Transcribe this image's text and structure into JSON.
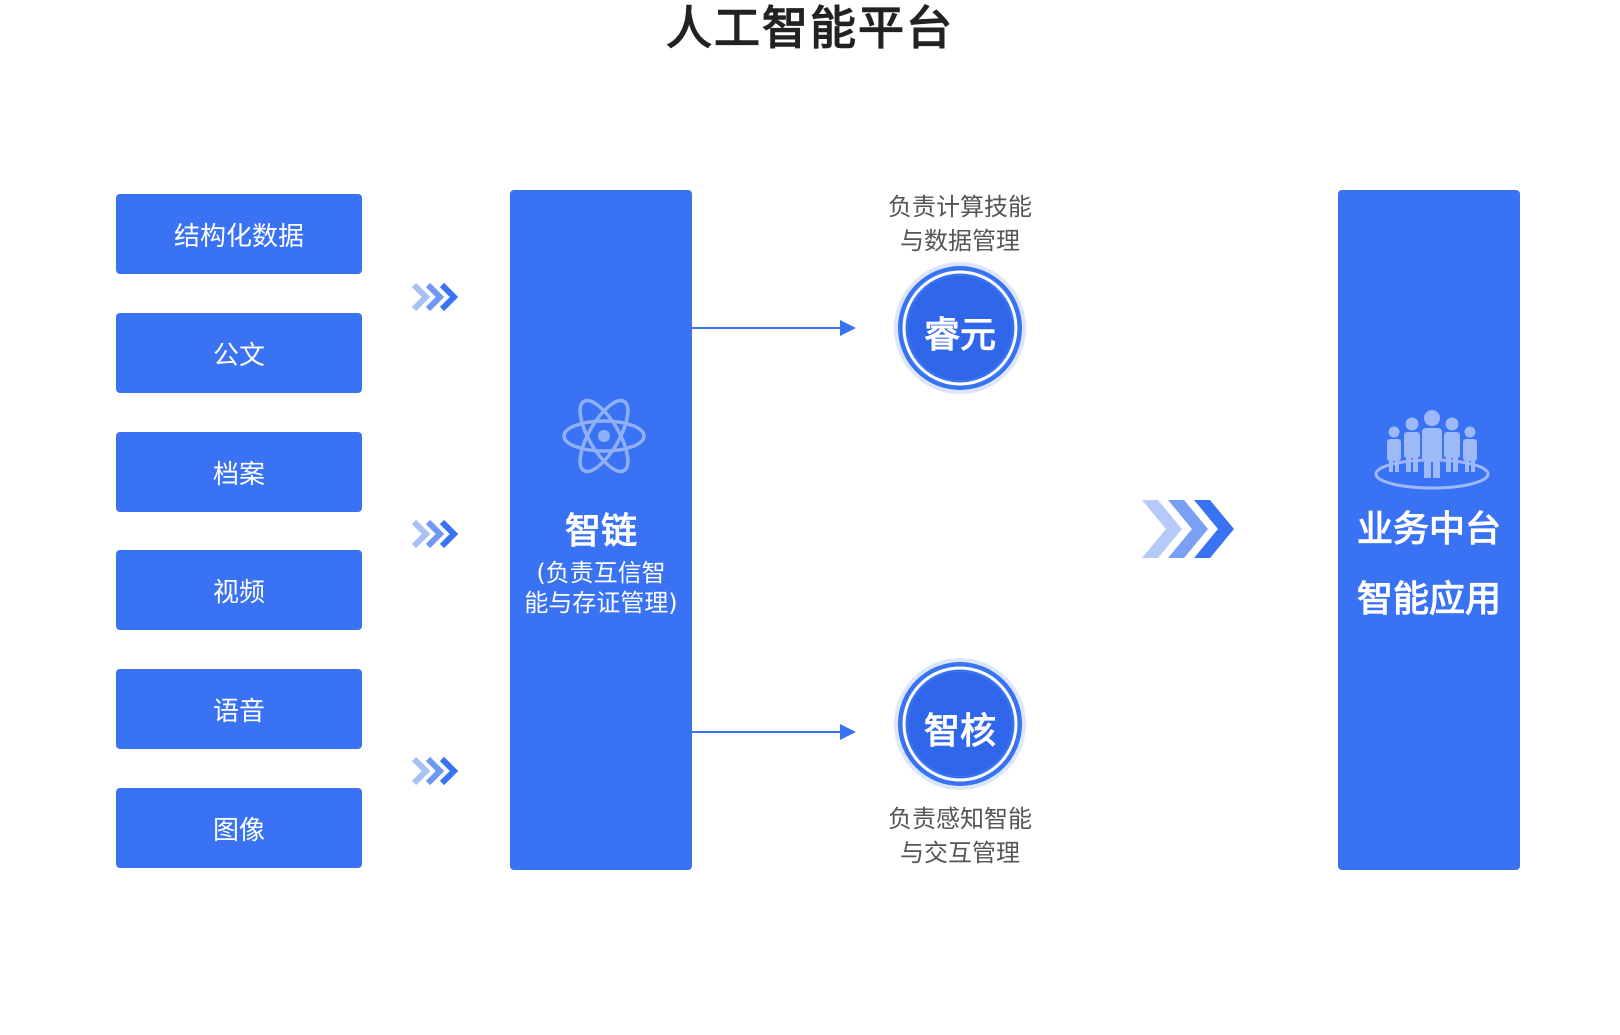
{
  "title": "人工智能平台",
  "sources": [
    {
      "label": "结构化数据"
    },
    {
      "label": "公文"
    },
    {
      "label": "档案"
    },
    {
      "label": "视频"
    },
    {
      "label": "语音"
    },
    {
      "label": "图像"
    }
  ],
  "chain": {
    "title": "智链",
    "desc_line1": "(负责互信智",
    "desc_line2": "能与存证管理)"
  },
  "nodes": {
    "ruiyuan": {
      "label": "睿元",
      "caption_line1": "负责计算技能",
      "caption_line2": "与数据管理"
    },
    "zhihe": {
      "label": "智核",
      "caption_line1": "负责感知智能",
      "caption_line2": "与交互管理"
    }
  },
  "business": {
    "line1": "业务中台",
    "line2": "智能应用"
  },
  "colors": {
    "primary": "#3a72f4",
    "text_dark": "#222222",
    "text_gray": "#555555",
    "chevron_light": "#a9c0f7"
  },
  "icons": {
    "chain": "atom-icon",
    "business": "people-group-icon",
    "flow": "triple-chevron-icon"
  }
}
